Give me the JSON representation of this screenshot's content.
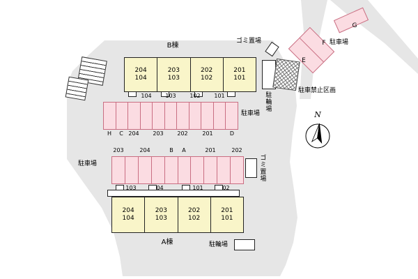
{
  "colors": {
    "site_gray": "#e6e6e6",
    "building_yellow": "#f9f5c9",
    "parking_pink_fill": "#fbdce2",
    "parking_pink_border": "#c96e82"
  },
  "compass": {
    "north_label": "N"
  },
  "buildings": {
    "b": {
      "name": "B棟",
      "units": [
        {
          "upper": "204",
          "lower": "104"
        },
        {
          "upper": "203",
          "lower": "103"
        },
        {
          "upper": "202",
          "lower": "102"
        },
        {
          "upper": "201",
          "lower": "101"
        }
      ]
    },
    "a": {
      "name": "A棟",
      "units": [
        {
          "upper": "204",
          "lower": "104"
        },
        {
          "upper": "203",
          "lower": "103"
        },
        {
          "upper": "202",
          "lower": "102"
        },
        {
          "upper": "201",
          "lower": "101"
        }
      ]
    }
  },
  "parking_row_upper": {
    "area_label": "駐車場",
    "cell_count": 11,
    "labels_above": [
      "104",
      "103",
      "102",
      "101"
    ],
    "labels_below": [
      "H",
      "C",
      "204",
      "203",
      "202",
      "201",
      "D"
    ]
  },
  "parking_row_lower": {
    "area_label": "駐車場",
    "cell_count": 10,
    "labels_above": [
      "203",
      "204",
      "B",
      "A",
      "201",
      "202"
    ],
    "labels_below": [
      "103",
      "104",
      "101",
      "102"
    ]
  },
  "street_parking": {
    "area_label": "駐車場",
    "spaces": [
      "G",
      "F",
      "E"
    ]
  },
  "signs": {
    "no_parking_zone": "駐車禁止区画",
    "garbage_area_top": "ゴミ置場",
    "garbage_area_mid": "ゴミ置場",
    "bicycle_parking_top": "駐輪場",
    "bicycle_parking_bottom": "駐輪場"
  }
}
